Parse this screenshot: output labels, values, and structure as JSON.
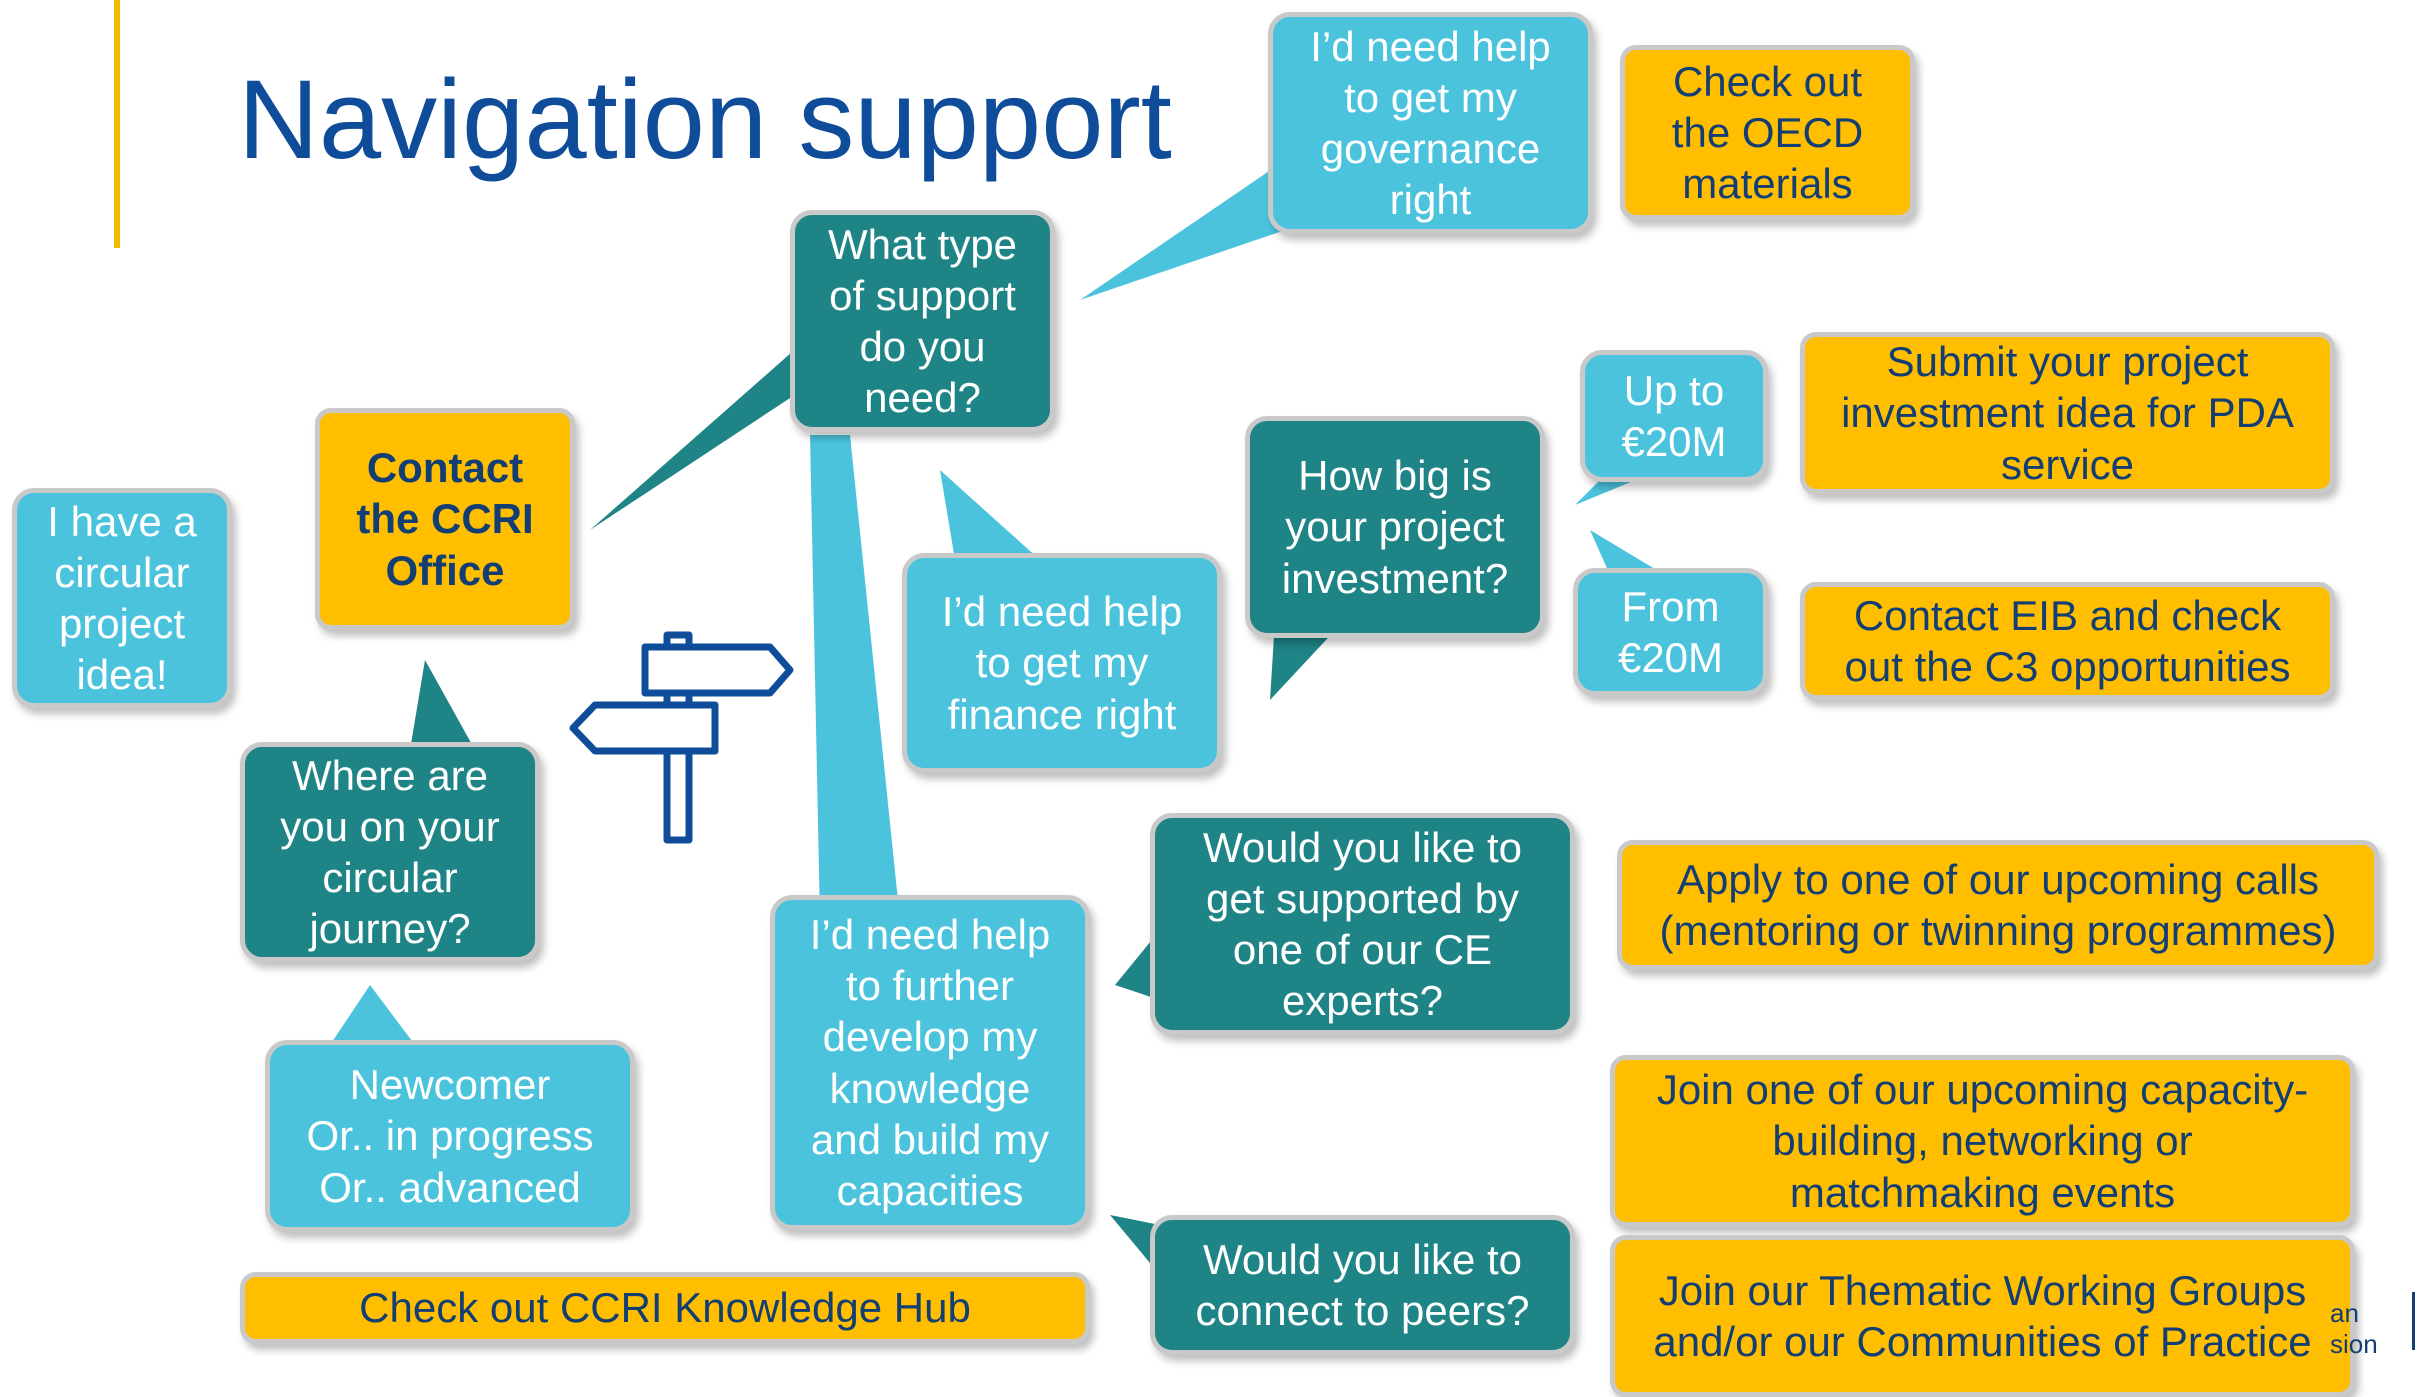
{
  "title": "Navigation support",
  "colors": {
    "title_blue": "#0f4c99",
    "accent_gold": "#f5b800",
    "teal_bubble": "#1f8486",
    "light_bubble": "#4cc3dd",
    "gold_box": "#ffbe00",
    "gold_text": "#123e74"
  },
  "start": {
    "idea": "I have a\ncircular\nproject\nidea!"
  },
  "contact": {
    "label": "Contact\nthe CCRI\nOffice"
  },
  "journey": {
    "question": "Where are\nyou on your\ncircular\njourney?",
    "answer": "Newcomer\nOr.. in progress\nOr.. advanced"
  },
  "support": {
    "question": "What type\nof support\ndo you\nneed?",
    "governance": "I’d need help\nto get my\ngovernance\nright",
    "finance": "I’d need help\nto get my\nfinance right",
    "knowledge": "I’d need help\nto further\ndevelop my\nknowledge\nand build my\ncapacities"
  },
  "finance": {
    "question": "How big is\nyour project\ninvestment?",
    "small": "Up to\n€20M",
    "large": "From\n€20M"
  },
  "knowledge": {
    "experts_question": "Would you like to\nget supported by\none of our CE\nexperts?",
    "peers_question": "Would you like to\nconnect to peers?"
  },
  "actions": {
    "oecd": "Check out\nthe OECD\nmaterials",
    "pda": "Submit your project\ninvestment idea for PDA\nservice",
    "eib": "Contact EIB and check\nout the C3 opportunities",
    "calls": "Apply to one of our upcoming calls\n(mentoring or twinning programmes)",
    "events": "Join one of our upcoming capacity-\nbuilding, networking or\nmatchmaking events",
    "working_groups": "Join our Thematic Working Groups\nand/or our Communities of Practice",
    "knowledge_hub": "Check out CCRI Knowledge Hub"
  },
  "footer": {
    "logo_text": "an\nsion"
  },
  "icons": {
    "signpost": "signpost-icon"
  }
}
